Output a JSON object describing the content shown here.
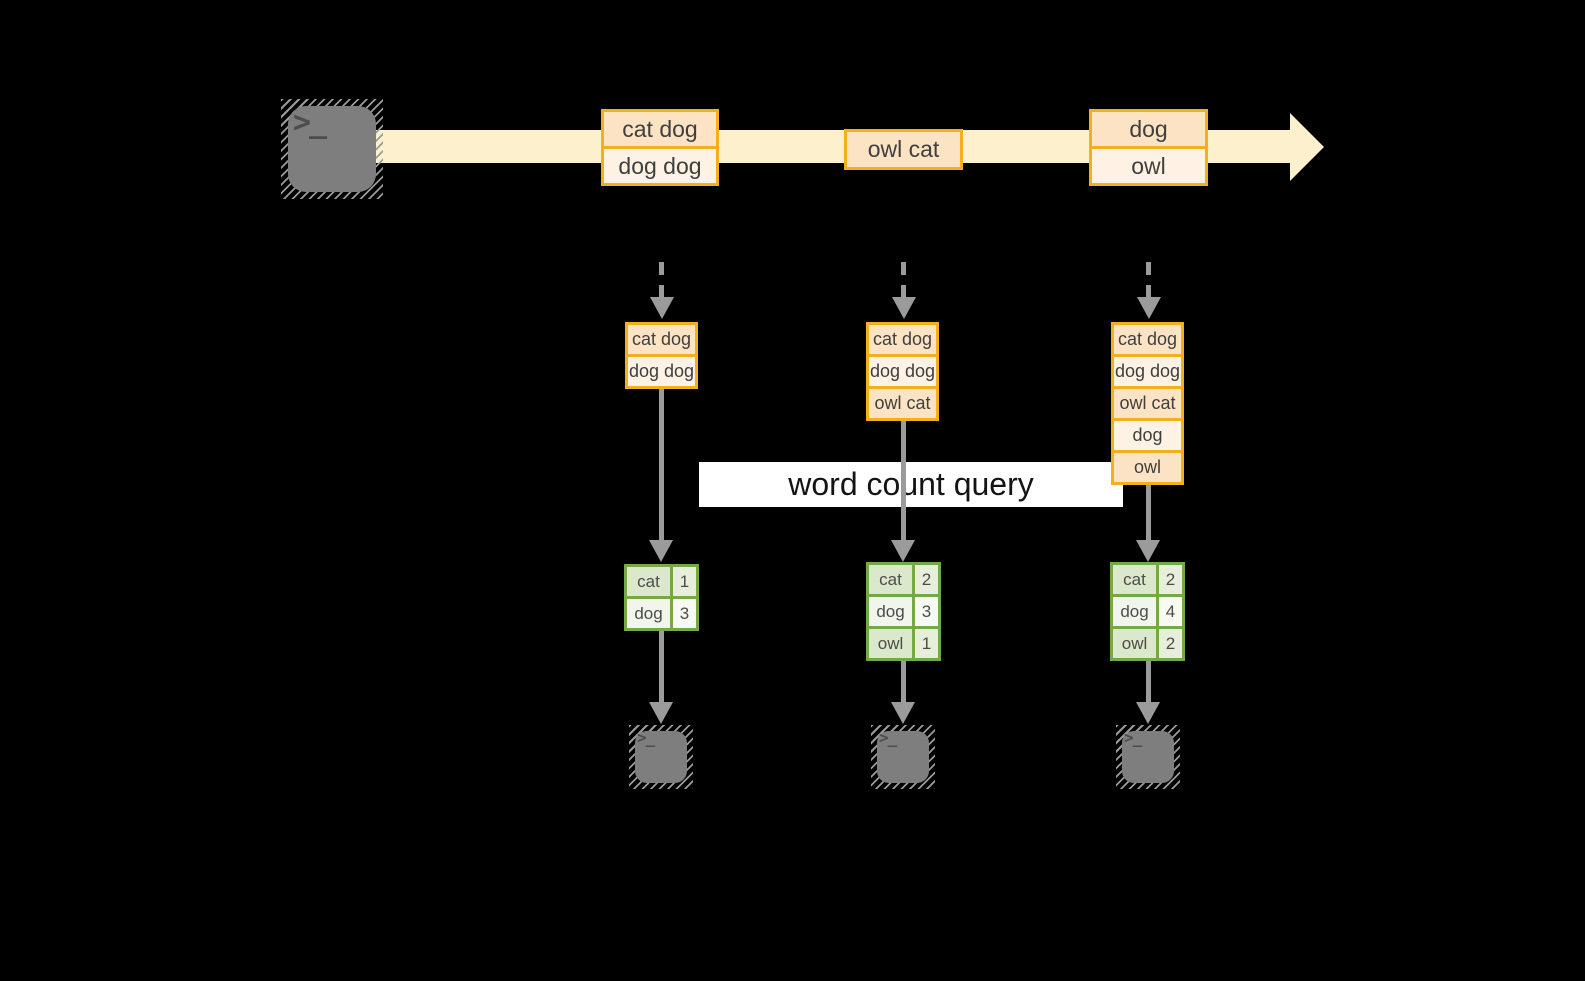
{
  "colors": {
    "background": "#000000",
    "band": "#fdf0cc",
    "orange": "#f2b01c",
    "peachDark": "#fbe3c4",
    "peachLight": "#fdf2e3",
    "green": "#74a946",
    "greenDark": "#dce8cb",
    "greenDarkNum": "#e7efda",
    "greenLight": "#f1f5ec",
    "greenLightNum": "#f7faf3",
    "gray": "#9b9b9b",
    "iconFill": "#7e7e7e",
    "glyph": "#4d4d4d",
    "textDark": "#3f3f3f"
  },
  "icons": {
    "terminal_glyph": ">_"
  },
  "query": {
    "label": "word count query"
  },
  "stream": {
    "events": [
      {
        "rows": [
          "cat dog",
          "dog dog"
        ]
      },
      {
        "rows": [
          "owl cat"
        ]
      },
      {
        "rows": [
          "dog",
          "owl"
        ]
      }
    ]
  },
  "snapshots": [
    {
      "buffer": [
        "cat dog",
        "dog dog"
      ],
      "counts": [
        [
          "cat",
          "1"
        ],
        [
          "dog",
          "3"
        ]
      ]
    },
    {
      "buffer": [
        "cat dog",
        "dog dog",
        "owl cat"
      ],
      "counts": [
        [
          "cat",
          "2"
        ],
        [
          "dog",
          "3"
        ],
        [
          "owl",
          "1"
        ]
      ]
    },
    {
      "buffer": [
        "cat dog",
        "dog dog",
        "owl cat",
        "dog",
        "owl"
      ],
      "counts": [
        [
          "cat",
          "2"
        ],
        [
          "dog",
          "4"
        ],
        [
          "owl",
          "2"
        ]
      ]
    }
  ]
}
